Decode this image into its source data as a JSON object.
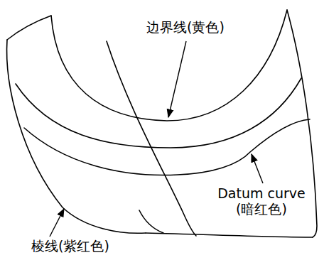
{
  "diagram": {
    "labels": [
      "边界线(黄色)",
      "Datum curve (暗红色)",
      "棱线(紫红色)"
    ]
  }
}
